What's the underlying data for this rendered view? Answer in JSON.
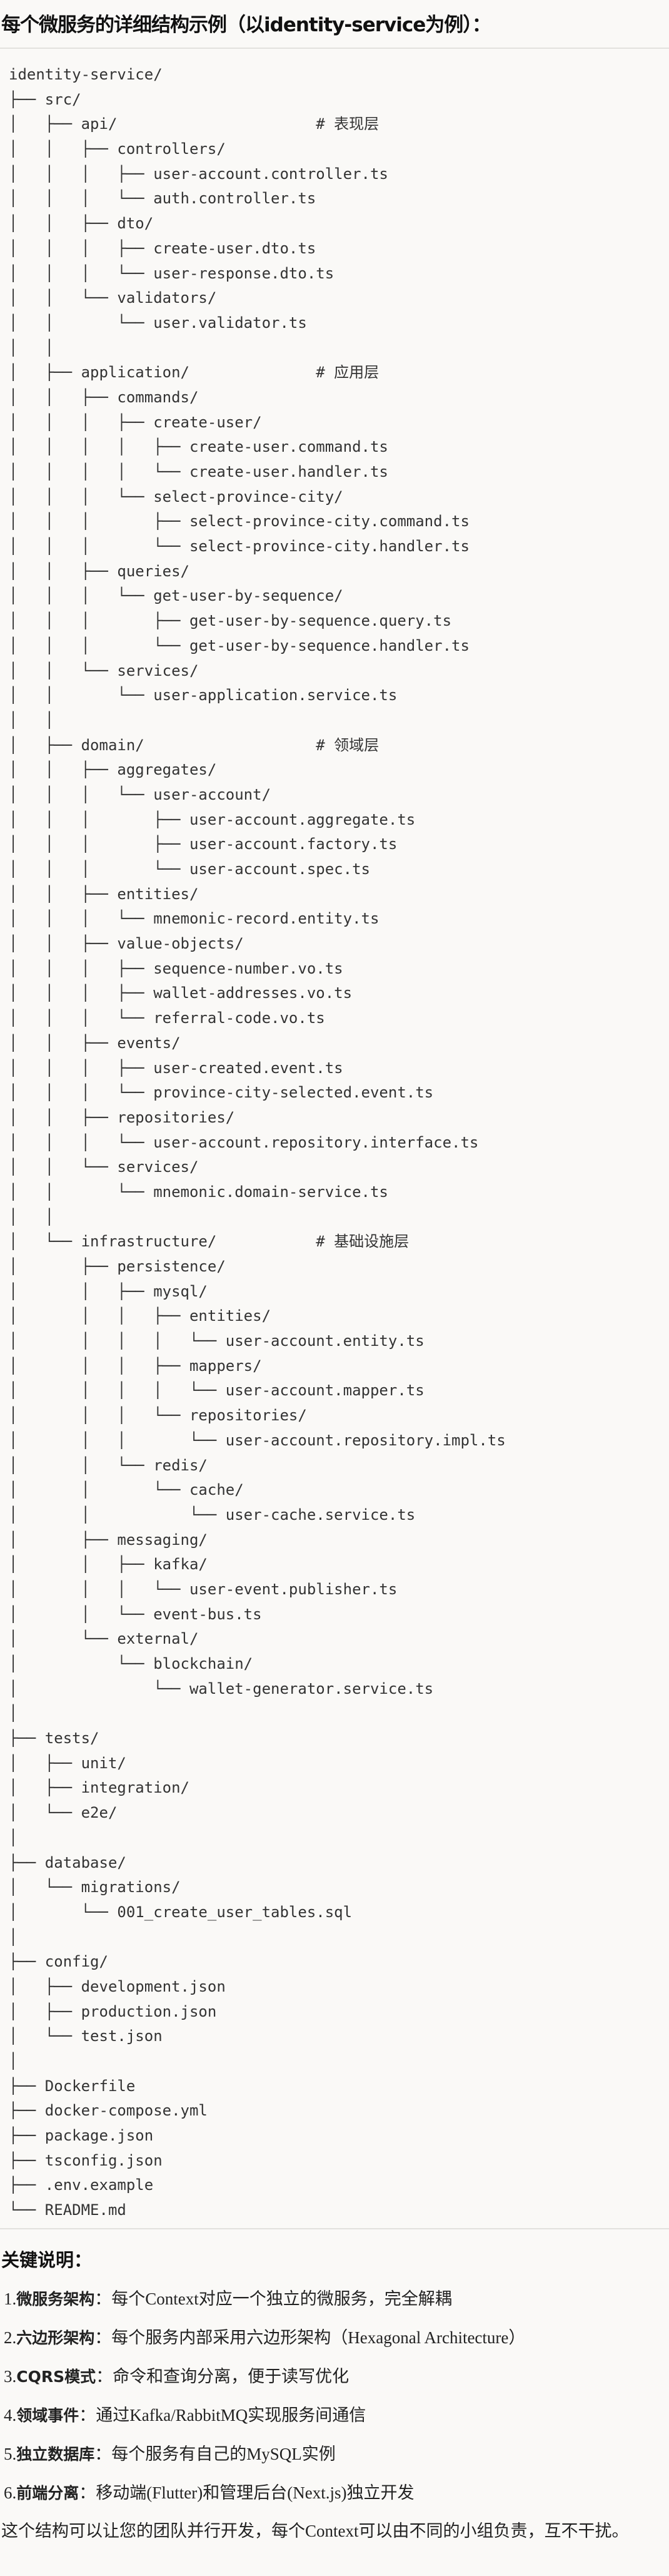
{
  "header": {
    "title": "每个微服务的详细结构示例（以identity-service为例）："
  },
  "tree_lines": [
    "identity-service/",
    "├── src/",
    "│   ├── api/                      # 表现层",
    "│   │   ├── controllers/",
    "│   │   │   ├── user-account.controller.ts",
    "│   │   │   └── auth.controller.ts",
    "│   │   ├── dto/",
    "│   │   │   ├── create-user.dto.ts",
    "│   │   │   └── user-response.dto.ts",
    "│   │   └── validators/",
    "│   │       └── user.validator.ts",
    "│   │",
    "│   ├── application/              # 应用层",
    "│   │   ├── commands/",
    "│   │   │   ├── create-user/",
    "│   │   │   │   ├── create-user.command.ts",
    "│   │   │   │   └── create-user.handler.ts",
    "│   │   │   └── select-province-city/",
    "│   │   │       ├── select-province-city.command.ts",
    "│   │   │       └── select-province-city.handler.ts",
    "│   │   ├── queries/",
    "│   │   │   └── get-user-by-sequence/",
    "│   │   │       ├── get-user-by-sequence.query.ts",
    "│   │   │       └── get-user-by-sequence.handler.ts",
    "│   │   └── services/",
    "│   │       └── user-application.service.ts",
    "│   │",
    "│   ├── domain/                   # 领域层",
    "│   │   ├── aggregates/",
    "│   │   │   └── user-account/",
    "│   │   │       ├── user-account.aggregate.ts",
    "│   │   │       ├── user-account.factory.ts",
    "│   │   │       └── user-account.spec.ts",
    "│   │   ├── entities/",
    "│   │   │   └── mnemonic-record.entity.ts",
    "│   │   ├── value-objects/",
    "│   │   │   ├── sequence-number.vo.ts",
    "│   │   │   ├── wallet-addresses.vo.ts",
    "│   │   │   └── referral-code.vo.ts",
    "│   │   ├── events/",
    "│   │   │   ├── user-created.event.ts",
    "│   │   │   └── province-city-selected.event.ts",
    "│   │   ├── repositories/",
    "│   │   │   └── user-account.repository.interface.ts",
    "│   │   └── services/",
    "│   │       └── mnemonic.domain-service.ts",
    "│   │",
    "│   └── infrastructure/           # 基础设施层",
    "│       ├── persistence/",
    "│       │   ├── mysql/",
    "│       │   │   ├── entities/",
    "│       │   │   │   └── user-account.entity.ts",
    "│       │   │   ├── mappers/",
    "│       │   │   │   └── user-account.mapper.ts",
    "│       │   │   └── repositories/",
    "│       │   │       └── user-account.repository.impl.ts",
    "│       │   └── redis/",
    "│       │       └── cache/",
    "│       │           └── user-cache.service.ts",
    "│       ├── messaging/",
    "│       │   ├── kafka/",
    "│       │   │   └── user-event.publisher.ts",
    "│       │   └── event-bus.ts",
    "│       └── external/",
    "│           └── blockchain/",
    "│               └── wallet-generator.service.ts",
    "│",
    "├── tests/",
    "│   ├── unit/",
    "│   ├── integration/",
    "│   └── e2e/",
    "│",
    "├── database/",
    "│   └── migrations/",
    "│       └── 001_create_user_tables.sql",
    "│",
    "├── config/",
    "│   ├── development.json",
    "│   ├── production.json",
    "│   └── test.json",
    "│",
    "├── Dockerfile",
    "├── docker-compose.yml",
    "├── package.json",
    "├── tsconfig.json",
    "├── .env.example",
    "└── README.md"
  ],
  "notes": {
    "title": "关键说明：",
    "items": [
      {
        "num": "1.",
        "term": "微服务架构",
        "sep": "：",
        "desc": "每个Context对应一个独立的微服务，完全解耦"
      },
      {
        "num": "2.",
        "term": "六边形架构",
        "sep": "：",
        "desc": "每个服务内部采用六边形架构（Hexagonal Architecture）"
      },
      {
        "num": "3.",
        "term": "CQRS模式",
        "sep": "：",
        "desc": "命令和查询分离，便于读写优化"
      },
      {
        "num": "4.",
        "term": "领域事件",
        "sep": "：",
        "desc": "通过Kafka/RabbitMQ实现服务间通信"
      },
      {
        "num": "5.",
        "term": "独立数据库",
        "sep": "：",
        "desc": "每个服务有自己的MySQL实例"
      },
      {
        "num": "6.",
        "term": "前端分离",
        "sep": "：",
        "desc": "移动端(Flutter)和管理后台(Next.js)独立开发"
      }
    ],
    "footer": "这个结构可以让您的团队并行开发，每个Context可以由不同的小组负责，互不干扰。"
  }
}
